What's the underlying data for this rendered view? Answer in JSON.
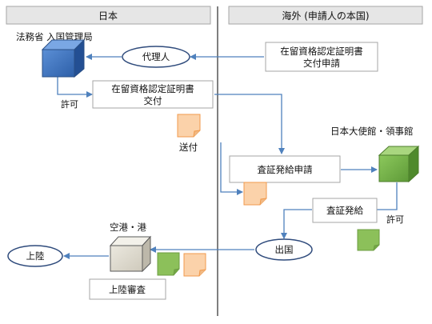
{
  "regions": {
    "japan": "日本",
    "overseas": "海外 (申請人の本国)"
  },
  "actors": {
    "moj": "法務省 入国管理局",
    "embassy": "日本大使館・領事館",
    "airport": "空港・港"
  },
  "nodes": {
    "agent": "代理人",
    "coe_application": [
      "在留資格認定証明書",
      "交付申請"
    ],
    "coe_issue": [
      "在留資格認定証明書",
      "交付"
    ],
    "visa_application": "査証発給申請",
    "visa_issue": "査証発給",
    "departure": "出国",
    "landing": "上陸",
    "landing_exam": "上陸審査"
  },
  "labels": {
    "permit_moj": "許可",
    "send": "送付",
    "permit_embassy": "許可"
  },
  "colors": {
    "divider": "#555555",
    "header_fill": "#e6e6e6",
    "header_stroke": "#a6a6a6",
    "arrow": "#4f81bd",
    "ellipse_stroke": "#2f4b7c",
    "box_stroke": "#a6a6a6",
    "moj_cube": "#3a6fb5",
    "embassy_cube": "#70ad47",
    "airport_cube": "#dedad0",
    "coe_document": "#fbd2aa",
    "coe_document_stroke": "#f19a4c",
    "visa_document": "#8cc05a"
  }
}
